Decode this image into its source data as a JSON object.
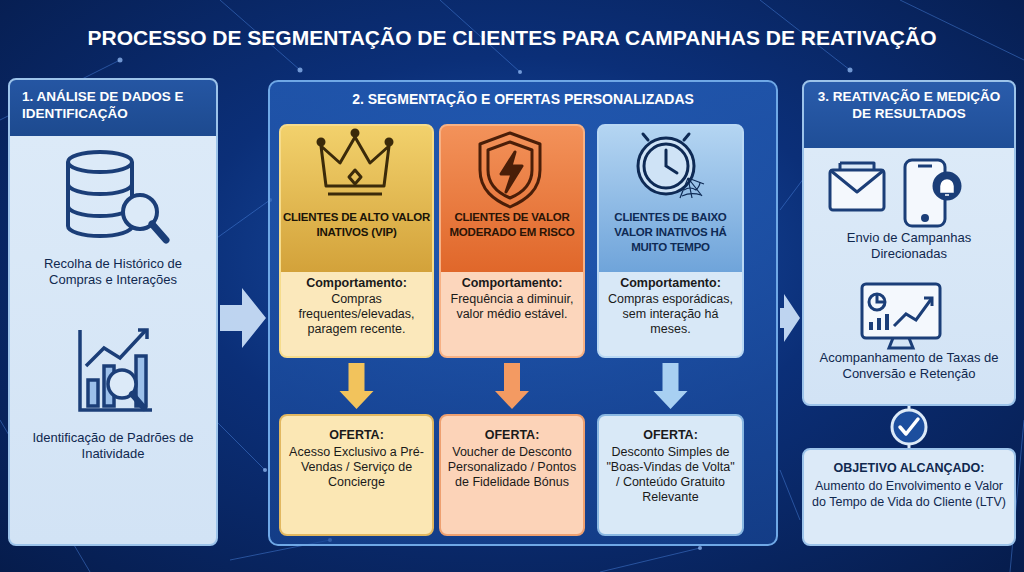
{
  "diagram": {
    "title": "PROCESSO DE SEGMENTAÇÃO DE CLIENTES PARA CAMPANHAS DE REATIVAÇÃO",
    "nodes": [
      {
        "text": [
          "1. ANÁLISE DE DADOS E IDENTIFICAÇÃO",
          "Recolha de Histórico de Compras e Interações",
          "Identificação de Padrões de Inatividade"
        ]
      },
      {
        "text": [
          "2. SEGMENTAÇÃO E OFERTAS PERSONALIZADAS"
        ]
      },
      {
        "text": [
          "CLIENTES DE ALTO VALOR INATIVOS (VIP)",
          "Comportamento:",
          "Compras frequentes/elevadas, paragem recente."
        ],
        "in": 1
      },
      {
        "text": [
          "CLIENTES DE VALOR MODERADO EM RISCO",
          "Comportamento:",
          "Frequência a diminuir, valor médio estável."
        ],
        "in": 1
      },
      {
        "text": [
          "CLIENTES DE BAIXO VALOR INATIVOS HÁ MUITO TEMPO",
          "Comportamento:",
          "Compras esporádicas, sem interação há meses."
        ],
        "in": 1
      },
      {
        "text": [
          "OFERTA:",
          "Acesso Exclusivo a Pré-Vendas / Serviço de Concierge"
        ],
        "in": 1
      },
      {
        "text": [
          "OFERTA:",
          "Voucher de Desconto Personalizado / Pontos de Fidelidade Bónus"
        ],
        "in": 1
      },
      {
        "text": [
          "OFERTA:",
          "Desconto Simples de \"Boas-Vindas de Volta\" / Conteúdo Gratuito Relevante"
        ],
        "in": 1
      },
      {
        "text": [
          "3. REATIVAÇÃO E MEDIÇÃO DE RESULTADOS",
          "Envio de Campanhas Direcionadas",
          "Acompanhamento de Taxas de Conversão e Retenção"
        ]
      },
      {
        "text": [
          "OBJETIVO ALCANÇADO:",
          "Aumento do Envolvimento e Valor do Tempo de Vida do Cliente (LTV)"
        ]
      }
    ],
    "edges": [
      {
        "from": 0,
        "to": 1,
        "arrow": "to"
      },
      {
        "from": 1,
        "to": 8,
        "arrow": "to"
      },
      {
        "from": 2,
        "to": 5,
        "arrow": "to"
      },
      {
        "from": 3,
        "to": 6,
        "arrow": "to"
      },
      {
        "from": 4,
        "to": 7,
        "arrow": "to"
      },
      {
        "from": 8,
        "to": 9,
        "arrow": "none"
      }
    ]
  }
}
